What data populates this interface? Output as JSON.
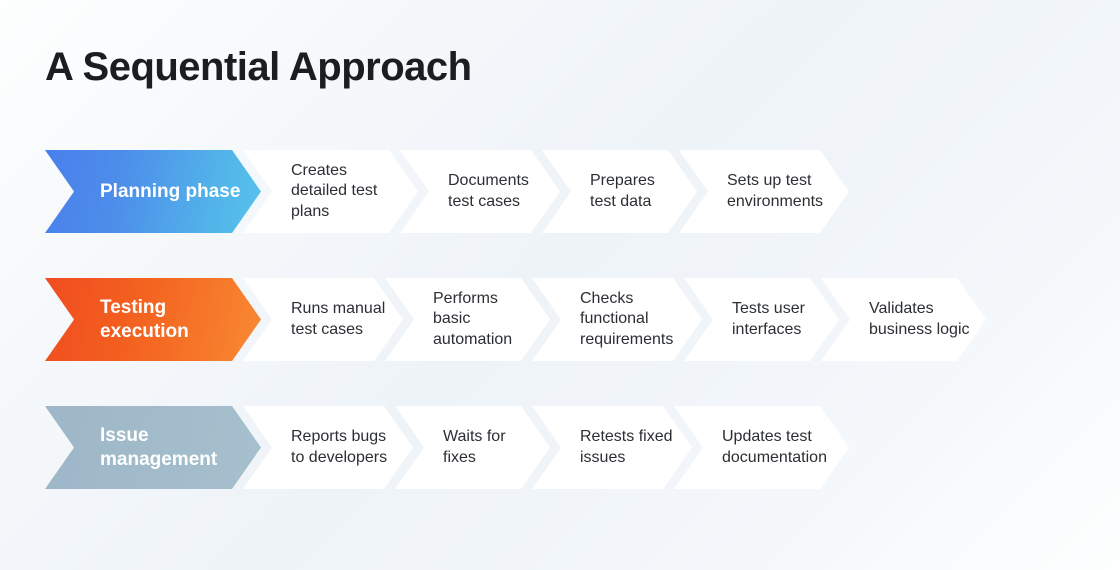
{
  "header": {
    "title": "A Sequential Approach"
  },
  "colors": {
    "blue_start": "#4a7fec",
    "blue_end": "#56c3ec",
    "orange_start": "#f04d20",
    "orange_end": "#f98a33",
    "slate_start": "#9db7c8",
    "slate_end": "#a7c0ce",
    "step_background": "#ffffff",
    "step_text": "#2b2e33",
    "lead_text": "#ffffff",
    "title_text": "#1b1d21",
    "page_background": "#eef3f8"
  },
  "flow": {
    "rows": [
      {
        "lead": {
          "label": "Planning phase",
          "theme": "blue"
        },
        "steps": [
          {
            "label": "Creates detailed test plans"
          },
          {
            "label": "Documents test cases"
          },
          {
            "label": "Prepares test data"
          },
          {
            "label": "Sets up test environments"
          }
        ]
      },
      {
        "lead": {
          "label": "Testing execution",
          "theme": "orange"
        },
        "steps": [
          {
            "label": "Runs manual test cases"
          },
          {
            "label": "Performs basic automation"
          },
          {
            "label": "Checks functional requirements"
          },
          {
            "label": "Tests user interfaces"
          },
          {
            "label": "Validates business logic"
          }
        ]
      },
      {
        "lead": {
          "label": "Issue management",
          "theme": "slate"
        },
        "steps": [
          {
            "label": "Reports bugs to developers"
          },
          {
            "label": "Waits for fixes"
          },
          {
            "label": "Retests fixed issues"
          },
          {
            "label": "Updates test documentation"
          }
        ]
      }
    ]
  }
}
